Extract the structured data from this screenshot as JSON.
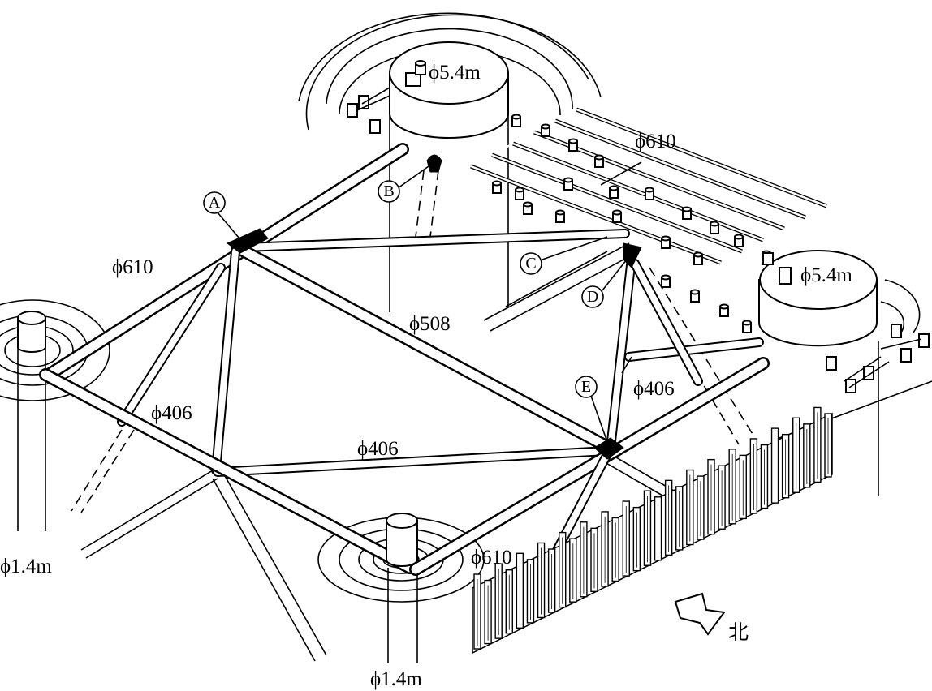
{
  "labels": {
    "top_platform": "ϕ5.4m",
    "right_platform": "ϕ5.4m",
    "deck_pipe": "ϕ610",
    "left_brace_610": "ϕ610",
    "diagonal_508": "ϕ508",
    "left_brace_406": "ϕ406",
    "bottom_brace_406": "ϕ406",
    "right_brace_406": "ϕ406",
    "front_brace_610": "ϕ610",
    "left_pile": "ϕ1.4m",
    "front_pile": "ϕ1.4m",
    "direction": "北"
  },
  "nodes": [
    "A",
    "B",
    "C",
    "D",
    "E"
  ]
}
